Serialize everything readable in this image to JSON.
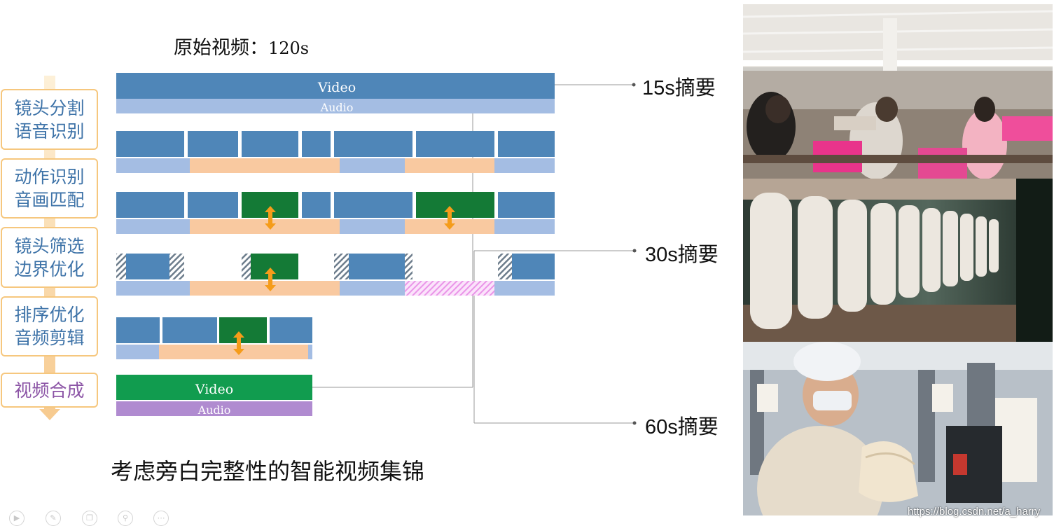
{
  "diagram": {
    "title_label": "原始视频：",
    "title_duration": "120s",
    "caption": "考虑旁白完整性的智能视频集锦",
    "original_track": {
      "video_label": "Video",
      "audio_label": "Audio"
    },
    "final_track": {
      "video_label": "Video",
      "audio_label": "Audio"
    },
    "steps": [
      {
        "lines": [
          "镜头分割",
          "语音识别"
        ]
      },
      {
        "lines": [
          "动作识别",
          "音画匹配"
        ]
      },
      {
        "lines": [
          "镜头筛选",
          "边界优化"
        ]
      },
      {
        "lines": [
          "排序优化",
          "音频剪辑"
        ]
      },
      {
        "lines": [
          "视频合成"
        ]
      }
    ],
    "summaries": [
      "15s摘要",
      "30s摘要",
      "60s摘要"
    ],
    "colors": {
      "video_blue": "#4f86b8",
      "audio_light_blue": "#a4bde3",
      "speech_peach": "#f9c9a0",
      "matched_green": "#147a36",
      "final_video_green": "#119c4f",
      "final_audio_purple": "#b08bd0",
      "arrow_orange": "#f59c1a",
      "step_border": "#f6c77e",
      "step_text_blue": "#3e73a8",
      "step_text_purple": "#8c55a6"
    }
  },
  "photos": [
    {
      "subject": "garment factory floor"
    },
    {
      "subject": "glove molds on production line"
    },
    {
      "subject": "worker in hairnet and mask inspecting gloves"
    }
  ],
  "watermark": "https://blog.csdn.net/a_harry",
  "player_controls": [
    {
      "icon": "play-icon"
    },
    {
      "icon": "pen-icon"
    },
    {
      "icon": "copy-icon"
    },
    {
      "icon": "zoom-icon"
    },
    {
      "icon": "more-icon"
    }
  ]
}
